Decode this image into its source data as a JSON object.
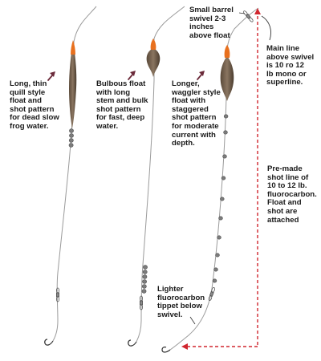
{
  "labels": {
    "quill": "Long, thin\nquill style\nfloat and\nshot pattern\nfor dead slow\nfrog water.",
    "bulbous": "Bulbous float\nwith long\nstem and bulk\nshot pattern\nfor fast, deep\nwater.",
    "waggler": "Longer,\nwaggler style\nfloat with\nstaggered\nshot pattern\nfor moderate\ncurrent with\ndepth.",
    "swivel": "Small barrel\nswivel 2-3\ninches\nabove float",
    "main_line": "Main line\nabove swivel\nis 10 ro 12\nlb mono or\nsuperline.",
    "shot_line": "Pre-made\nshot line of\n10 to 12 lb.\nfluorocarbon.\nFloat and\nshot are\nattached",
    "tippet": "Lighter\nfluorocarbon\ntippet below\nswivel."
  },
  "colors": {
    "line": "#9a9a9a",
    "float_body": "#6b5a48",
    "float_tip": "#e8701e",
    "shot": "#7c7c7c",
    "arrow": "#6b2a3a",
    "bracket": "#d0262e"
  },
  "icons": [
    "quill-float-icon",
    "bulbous-float-icon",
    "waggler-float-icon",
    "split-shot-icon",
    "barrel-swivel-icon",
    "hook-icon"
  ]
}
